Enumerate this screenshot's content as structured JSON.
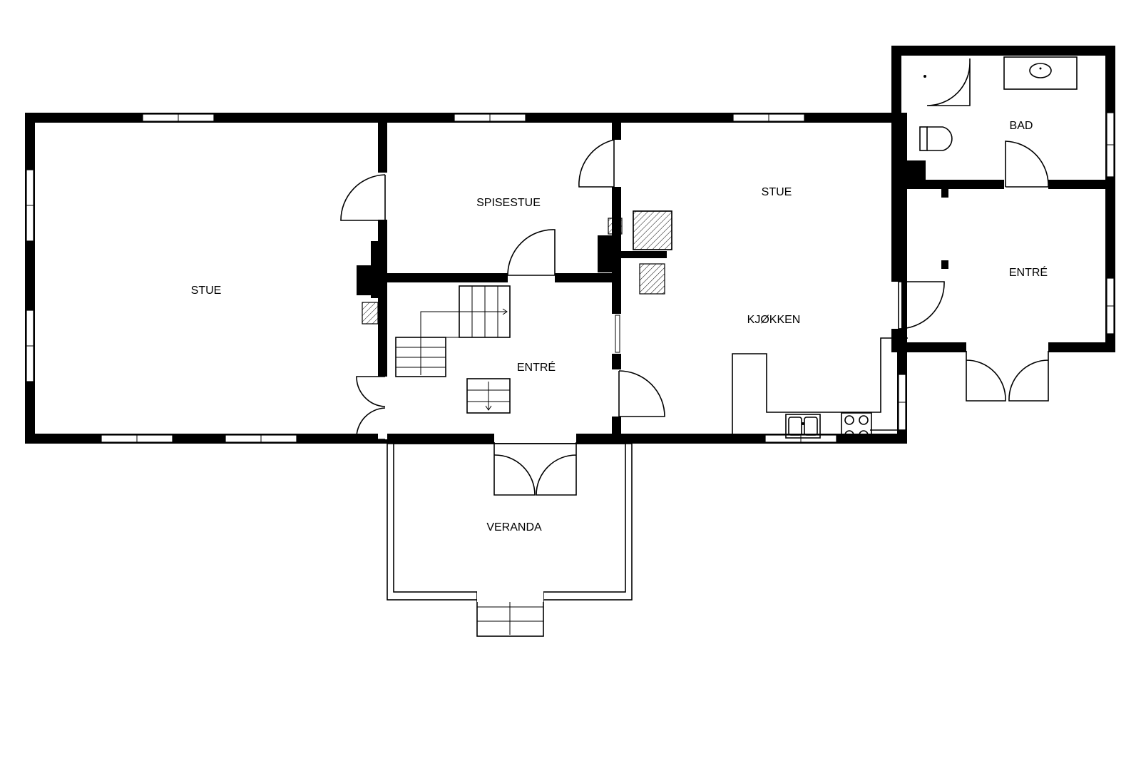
{
  "rooms": {
    "stue_left": "STUE",
    "spisestue": "SPISESTUE",
    "entre_center": "ENTRÉ",
    "stue_right": "STUE",
    "kjokken": "KJØKKEN",
    "bad": "BAD",
    "entre_right": "ENTRÉ",
    "veranda": "VERANDA"
  },
  "colors": {
    "wall": "#000000",
    "background": "#ffffff"
  }
}
